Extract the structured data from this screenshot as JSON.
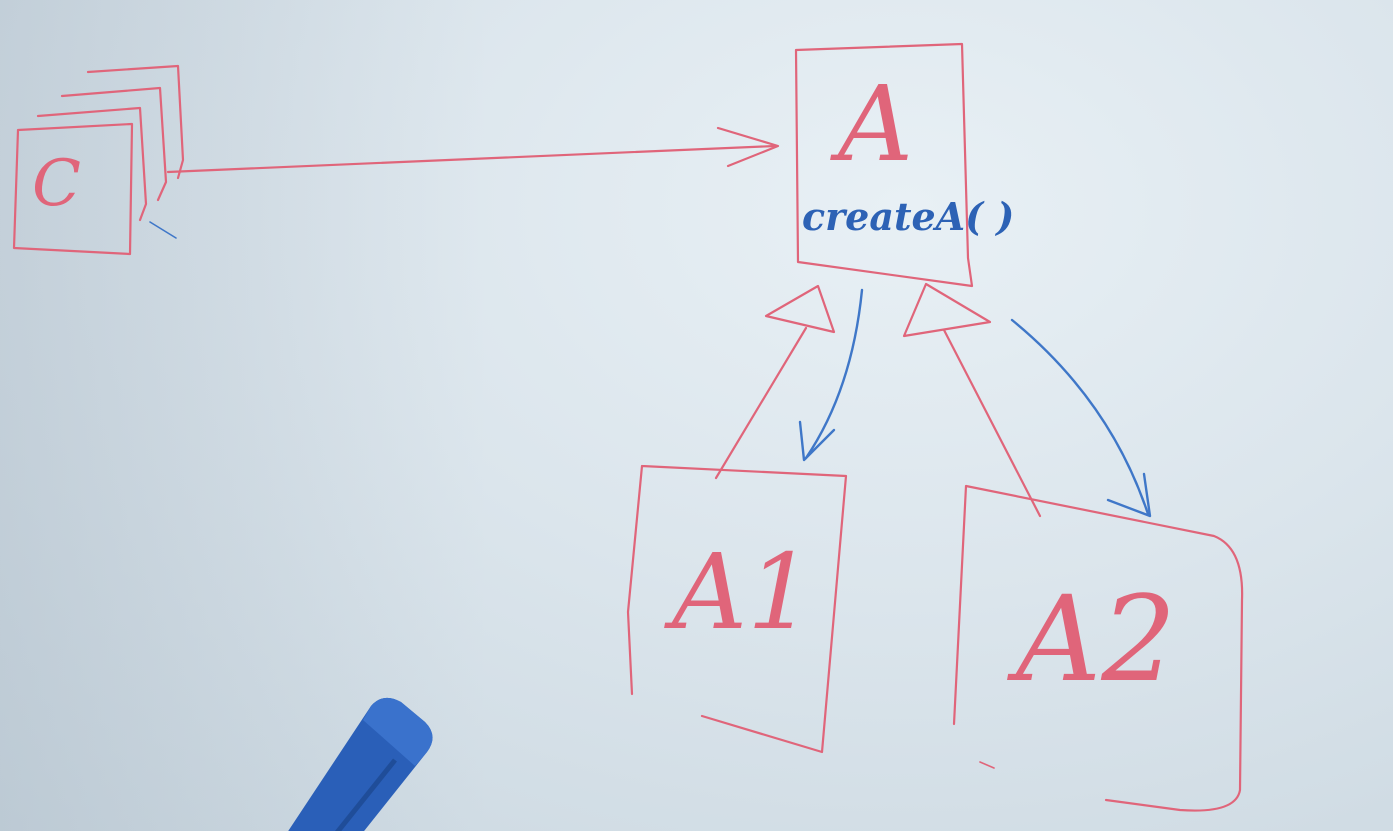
{
  "diagram": {
    "nodes": {
      "client": {
        "label": "C"
      },
      "abstract": {
        "label": "A",
        "method": "createA( )"
      },
      "concrete_1": {
        "label": "A1"
      },
      "concrete_2": {
        "label": "A2"
      }
    },
    "colors": {
      "class_ink": "#e0657a",
      "creation_ink": "#3f77c8",
      "marker": "#2a5fb8",
      "board": "#dfe8ee"
    }
  }
}
